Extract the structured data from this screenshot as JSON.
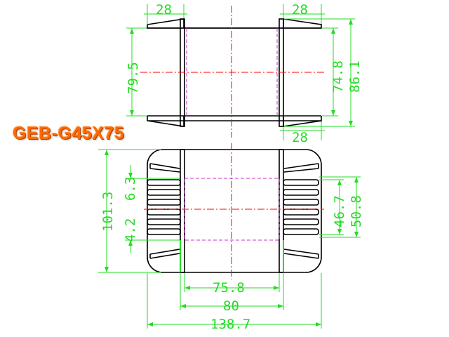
{
  "title": "GEB-G45X75",
  "colors": {
    "dimension": "#22dd22",
    "centerline": "#ff0000",
    "hidden_line": "#cc33cc",
    "outline": "#000000",
    "title": "#ff6a00"
  },
  "top_view": {
    "flange_top_left": "28",
    "flange_top_right": "28",
    "flange_bottom_right": "28",
    "height_left": "79.5",
    "height_inner": "74.8",
    "height_outer": "86.1"
  },
  "front_view": {
    "overall_height": "101.3",
    "pin_offset_top": "6.3",
    "pin_offset_bottom": "4.2",
    "pin_span_inner": "46.7",
    "pin_span_outer": "50.8",
    "width_inner": "75.8",
    "width_flange": "80",
    "width_overall": "138.7"
  }
}
